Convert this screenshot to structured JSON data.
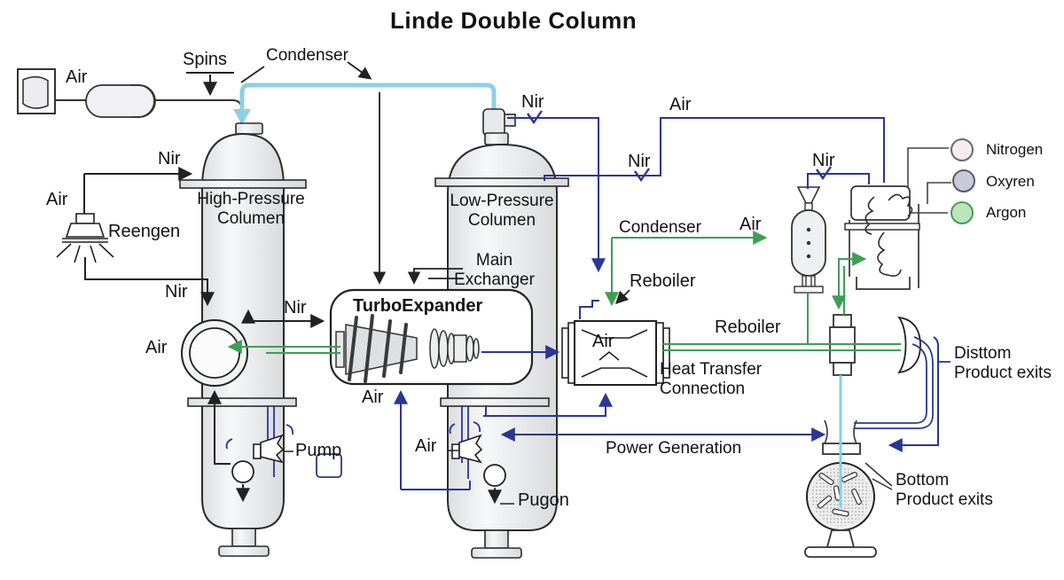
{
  "title": "Linde Double Column",
  "labels": {
    "air_intake": "Air",
    "spins": "Spins",
    "condenser_top": "Condenser",
    "nir_hp_top": "Nir",
    "air_spray": "Air",
    "reengen": "Reengen",
    "hp_column": [
      "High-Pressure",
      "Columen"
    ],
    "lp_column": [
      "Low-Pressure",
      "Columen"
    ],
    "nir_left": "Nir",
    "air_circle": "Air",
    "nir_to_expander": "Nir",
    "turbo_expander": "TurboExpander",
    "main_exchanger": [
      "Main",
      "Exchanger"
    ],
    "nir_lp_top": "Nir",
    "nir_mid": "Nir",
    "air_top": "Air",
    "nir_right": "Nir",
    "condenser_line": "Condenser",
    "air_condenser": "Air",
    "reboiler_upper": "Reboiler",
    "reboiler_lower": "Reboiler",
    "air_exchanger": "Air",
    "heat_transfer": [
      "Heat Transfer",
      "Connection"
    ],
    "air_expander_feed": "Air",
    "air_lp_pump": "Air",
    "pump": "Pump",
    "pugon": "Pugon",
    "power_generation": "Power Generation",
    "disttom": [
      "Disttom",
      "Product exits"
    ],
    "bottom_product": [
      "Bottom",
      "Product exits"
    ]
  },
  "legend": {
    "items": [
      {
        "label": "Nitrogen",
        "color": "#f5edf0",
        "border": "#6a6a6a"
      },
      {
        "label": "Oxyren",
        "color": "#c6cada",
        "border": "#5a5a66"
      },
      {
        "label": "Argon",
        "color": "#bce5bd",
        "border": "#4d9a58"
      }
    ]
  },
  "stream_colors": {
    "nitrogen_stream": "#2a3793",
    "argon_stream": "#3d9e55",
    "condenser_pipe": "#8fcfe6",
    "oxygen_stream": "#7ed3ea"
  }
}
